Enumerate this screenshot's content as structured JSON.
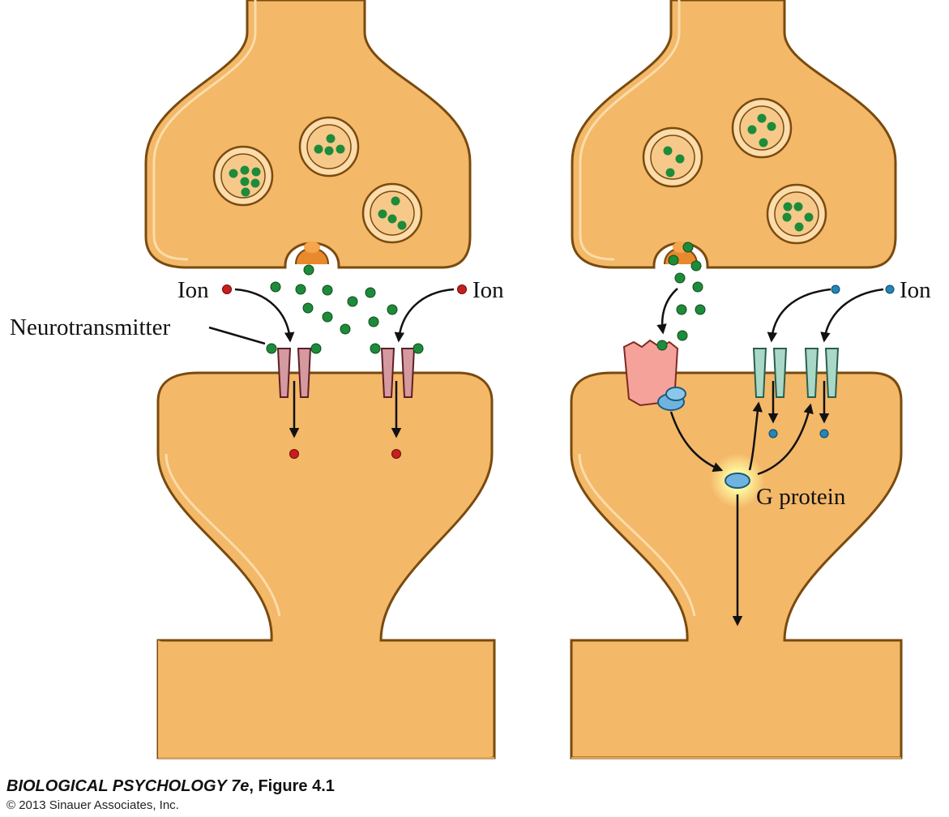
{
  "labels": {
    "ion_left_1": "Ion",
    "ion_left_2": "Ion",
    "neurotransmitter": "Neurotransmitter",
    "ion_right": "Ion",
    "g_protein": "G protein"
  },
  "credit": {
    "book_title": "BIOLOGICAL PSYCHOLOGY 7e",
    "figure": ", Figure 4.1",
    "copyright": "© 2013 Sinauer Associates, Inc."
  },
  "colors": {
    "cell_fill": "#f3b868",
    "cell_outline": "#7a4a0e",
    "vesicle_fill": "#fbdcaa",
    "neurotransmitter": "#1e8b3a",
    "ion_red": "#c81e1e",
    "ion_blue": "#2286b8",
    "ionotropic_channel": "#d49aa0",
    "metabotropic_receptor": "#f5a39a",
    "ion_channel_teal": "#a9d9c6",
    "g_protein": "#6fb4df"
  }
}
